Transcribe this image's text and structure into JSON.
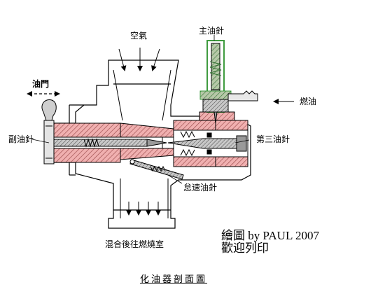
{
  "labels": {
    "air": "空氣",
    "main_needle": "主油針",
    "throttle": "油門",
    "fuel": "燃油",
    "secondary_needle": "副油針",
    "third_needle": "第三油針",
    "idle_needle": "怠速油針",
    "mixture": "混合後往燃燒室"
  },
  "credit": {
    "line1": "繪圖 by PAUL 2007",
    "line2": "歡迎列印"
  },
  "title": "化油器剖面圖",
  "colors": {
    "metal_section": "#f0b0b0",
    "needle": "#9a9a9a",
    "main_needle_hatch": "#b6c8a8",
    "main_needle_housing": "#3f9b3f"
  },
  "icons": [
    "throttle-lever-icon",
    "fuel-nozzle-icon",
    "arrow-icons"
  ]
}
